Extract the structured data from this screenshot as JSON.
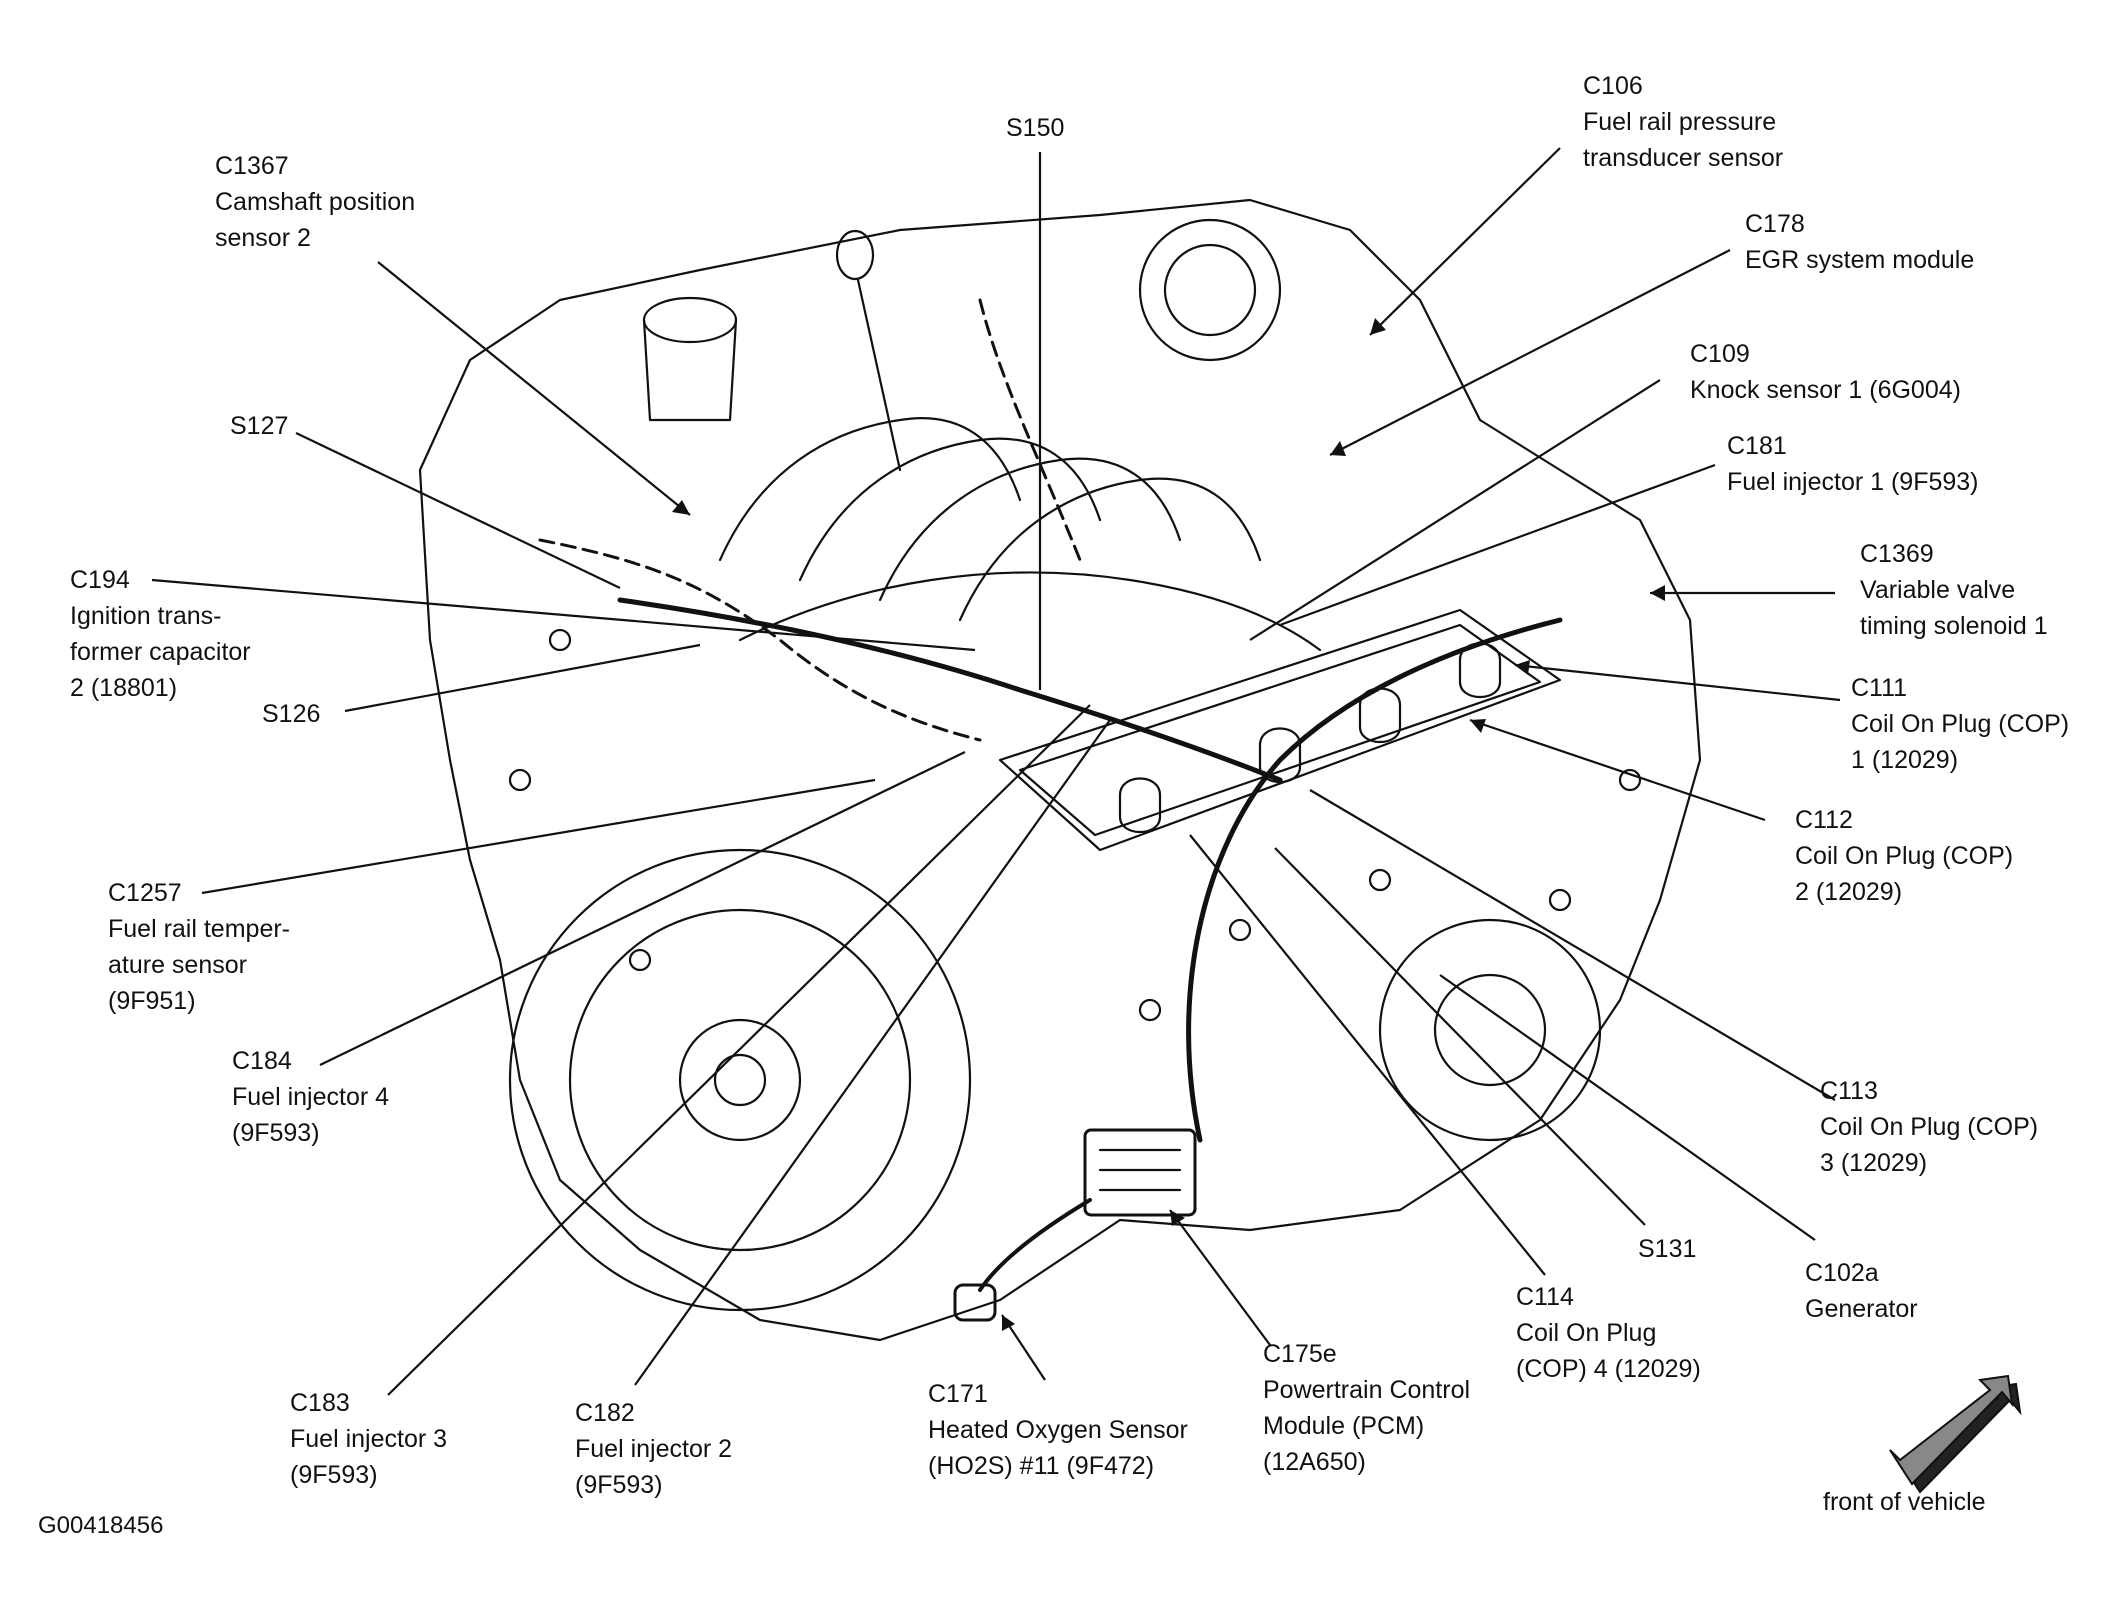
{
  "figure_id": "G00418456",
  "front_of_vehicle": "front of vehicle",
  "labels": [
    {
      "id": "C1367",
      "code": "C1367",
      "desc": "Camshaft position\nsensor 2"
    },
    {
      "id": "S150",
      "code": "S150",
      "desc": ""
    },
    {
      "id": "C106",
      "code": "C106",
      "desc": "Fuel rail pressure\ntransducer sensor"
    },
    {
      "id": "C178",
      "code": "C178",
      "desc": "EGR system module"
    },
    {
      "id": "C109",
      "code": "C109",
      "desc": "Knock sensor 1 (6G004)"
    },
    {
      "id": "C181",
      "code": "C181",
      "desc": "Fuel injector 1 (9F593)"
    },
    {
      "id": "S127",
      "code": "S127",
      "desc": ""
    },
    {
      "id": "C1369",
      "code": "C1369",
      "desc": "Variable valve\ntiming solenoid 1"
    },
    {
      "id": "C194",
      "code": "C194",
      "desc": "Ignition trans-\nformer capacitor\n2 (18801)"
    },
    {
      "id": "C111",
      "code": "C111",
      "desc": "Coil On Plug (COP)\n1 (12029)"
    },
    {
      "id": "S126",
      "code": "S126",
      "desc": ""
    },
    {
      "id": "C112",
      "code": "C112",
      "desc": "Coil On Plug (COP)\n2 (12029)"
    },
    {
      "id": "C1257",
      "code": "C1257",
      "desc": "Fuel rail temper-\nature sensor\n(9F951)"
    },
    {
      "id": "C184",
      "code": "C184",
      "desc": "Fuel injector 4\n(9F593)"
    },
    {
      "id": "C113",
      "code": "C113",
      "desc": "Coil On Plug (COP)\n3 (12029)"
    },
    {
      "id": "S131",
      "code": "S131",
      "desc": ""
    },
    {
      "id": "C102a",
      "code": "C102a",
      "desc": "Generator"
    },
    {
      "id": "C114",
      "code": "C114",
      "desc": "Coil On Plug\n(COP) 4 (12029)"
    },
    {
      "id": "C175e",
      "code": "C175e",
      "desc": "Powertrain Control\nModule (PCM)\n(12A650)"
    },
    {
      "id": "C171",
      "code": "C171",
      "desc": "Heated Oxygen Sensor\n(HO2S) #11 (9F472)"
    },
    {
      "id": "C182",
      "code": "C182",
      "desc": "Fuel injector 2\n(9F593)"
    },
    {
      "id": "C183",
      "code": "C183",
      "desc": "Fuel injector 3\n(9F593)"
    }
  ]
}
